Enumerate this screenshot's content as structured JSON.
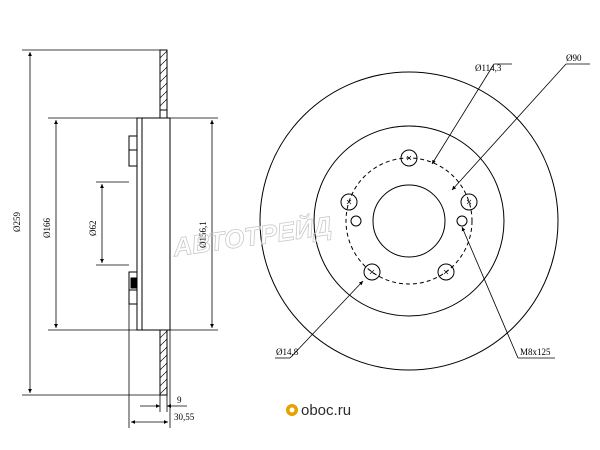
{
  "side_view": {
    "dims": {
      "outer_diameter": "Ø259",
      "hat_diameter": "Ø166",
      "center_bore": "Ø62",
      "friction_inner": "Ø156,1",
      "thickness": "9",
      "total_height": "30,55"
    }
  },
  "front_view": {
    "dims": {
      "bolt_circle": "Ø114,3",
      "hub_diameter": "Ø90",
      "bolt_hole": "Ø14,8",
      "thread": "M8x125"
    },
    "bolt_count": 5,
    "thread_hole_count": 2
  },
  "watermark": "АВТОТРЕЙД",
  "brand": {
    "name": "oboc.ru",
    "color": "#e8a200",
    "icon": "carmine-logo-icon"
  }
}
